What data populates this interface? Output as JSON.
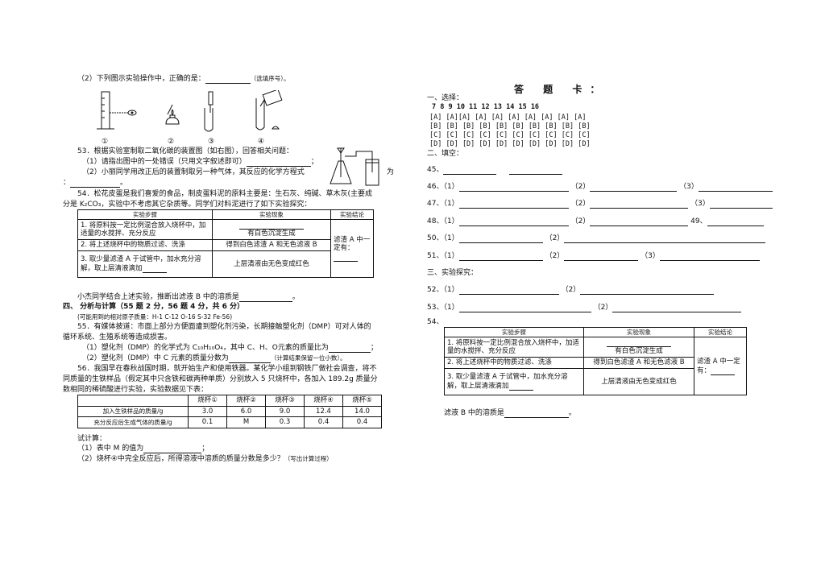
{
  "left": {
    "q2_line": "（2）下列图示实验操作中，正确的是：",
    "q2_hint": "（选填序号）。",
    "figure_labels": [
      "①",
      "②",
      "③",
      "④"
    ],
    "q53_title": "53．根据实验室制取二氧化碳的装置图（如右图），回答相关问题：",
    "q53_1": "（1）请指出图中的一处错误（只用文字叙述即可）",
    "q53_1_end": "；",
    "q53_2": "（2）小丽同学用改正后的装置制取另一种气体，其反应的化学方程式",
    "q53_2_end": "为",
    "q53_2_line2": "：",
    "q53_2_line2_end": "。",
    "q54_line1": "54．松花皮蛋是我们喜爱的食品，制皮蛋料泥的原料主要是：生石灰、纯碱、草木灰(主要成",
    "q54_line2": "分是 K₂CO₃，实验中不考虑其它杂质等。同学们对料泥进行了如下实验探究：",
    "table54": {
      "headers": [
        "实验步骤",
        "实验现象",
        "实验结论"
      ],
      "rows": [
        {
          "step": "1. 将原料按一定比例混合放入烧杯中，加适量的水搅拌、充分反应",
          "phen": "有白色沉淀生成"
        },
        {
          "step": "2. 将上述烧杯中的物质过滤、洗涤",
          "phen": "得到白色滤渣 A 和无色滤液 B"
        },
        {
          "step": "3. 取少量滤渣 A 于试管中，加水充分溶解，取上层清液滴加",
          "phen": "上层清液由无色变成红色"
        }
      ],
      "conclusion": "滤渣 A 中一定有："
    },
    "q54_end": "小杰同学结合上述实验，推断出滤液 B 中的溶质是",
    "q54_end2": "。",
    "section4": "四、 分析与计算（55 题 2 分，56 题 4 分，共 6 分）",
    "atomic": "(可能用到的相对原子质量：H-1   C-12   O-16   S-32   Fe-56)",
    "q55_line1": "55．有媒体披道：市面上部分方便面遭到塑化剂污染，长期接触塑化剂（DMP）可对人体的",
    "q55_line2": "循环系统、生殖系统等造成损害。",
    "q55_1": "（1）塑化剂（DMP）的化学式为 C₁₀H₁₀O₄，其中 C、H、O元素的质量比为",
    "q55_1_end": "；",
    "q55_2": "（2）塑化剂（DMP）中 C 元素的质量分数为",
    "q55_2_hint": "（计算结果保留一位小数）。",
    "q56_line1": "56．我国早在春秋战国时期，就开始生产和使用铁器。某化学小组到钢铁厂做社会调查，将不",
    "q56_line2": "同质量的生铁样品（假定其中只含铁和碳两种单质）分别放入 5 只烧杯中，各加入 189.2g 质量分",
    "q56_line3": "数相同的稀硫酸进行实验，实验数据见下表：",
    "table56": {
      "headers": [
        "烧杯①",
        "烧杯②",
        "烧杯③",
        "烧杯④",
        "烧杯⑤"
      ],
      "row1_label": "加入生铁样品的质量/g",
      "row1": [
        "3.0",
        "6.0",
        "9.0",
        "12.4",
        "14.0"
      ],
      "row2_label": "充分反应后生成气体的质量/g",
      "row2": [
        "0.1",
        "M",
        "0.3",
        "0.4",
        "0.4"
      ]
    },
    "calc": "试计算：",
    "calc_1": "（1）表中 M 的值为",
    "calc_1_end": "；",
    "calc_2": "（2）烧杯④中完全反应后，所得溶液中溶质的质量分数是多少？",
    "calc_2_hint": "（写出计算过程）"
  },
  "right": {
    "title": "答 题 卡：",
    "sec1": "一、选择：",
    "numbers": "7   8   9 10 11    12   13 14 15 16",
    "opts": [
      "[A] [A][A] [A] [A]    [A] [A] [A] [A] [A]",
      "[B] [B] [B] [B] [B]    [B] [B] [B] [B] [B]",
      "[C] [C] [C] [C] [C]    [C] [C] [C] [C] [C]",
      "[D] [D] [D] [D] [D]    [D] [D] [D] [D] [D]"
    ],
    "sec2": "二、填空：",
    "q45": "45、",
    "q46": [
      "46、（1）",
      "（2）",
      "（3）"
    ],
    "q47": [
      "47、（1）",
      "（2）",
      "（3）"
    ],
    "q48": [
      "48、（1）",
      "（2）",
      "49、"
    ],
    "q50": [
      "50、（1）",
      "（2）"
    ],
    "q51": [
      "51、（1）",
      "（2）",
      "（3）"
    ],
    "sec3": "三、实验探究：",
    "q52": [
      "52、（1）",
      "（2）"
    ],
    "q53": [
      "53、（1）",
      "（2）"
    ],
    "q54": "54、",
    "table54": {
      "headers": [
        "实验步骤",
        "实验现象",
        "实验结论"
      ],
      "rows": [
        {
          "step": "1. 将原料按一定比例混合放入烧杯中，加适量的水搅拌、充分反应",
          "phen": "有白色沉淀生成"
        },
        {
          "step": "2. 将上述烧杯中的物质过滤、洗涤",
          "phen": "得到白色滤渣 A 和无色滤液 B"
        },
        {
          "step": "3. 取少量滤渣 A 于试管中，加水充分溶解，取上层清液滴加",
          "phen": "上层清液由无色变成红色"
        }
      ],
      "conclusion": "滤渣 A 中一定有："
    },
    "end": "滤液 B 中的溶质是",
    "end2": "。"
  }
}
